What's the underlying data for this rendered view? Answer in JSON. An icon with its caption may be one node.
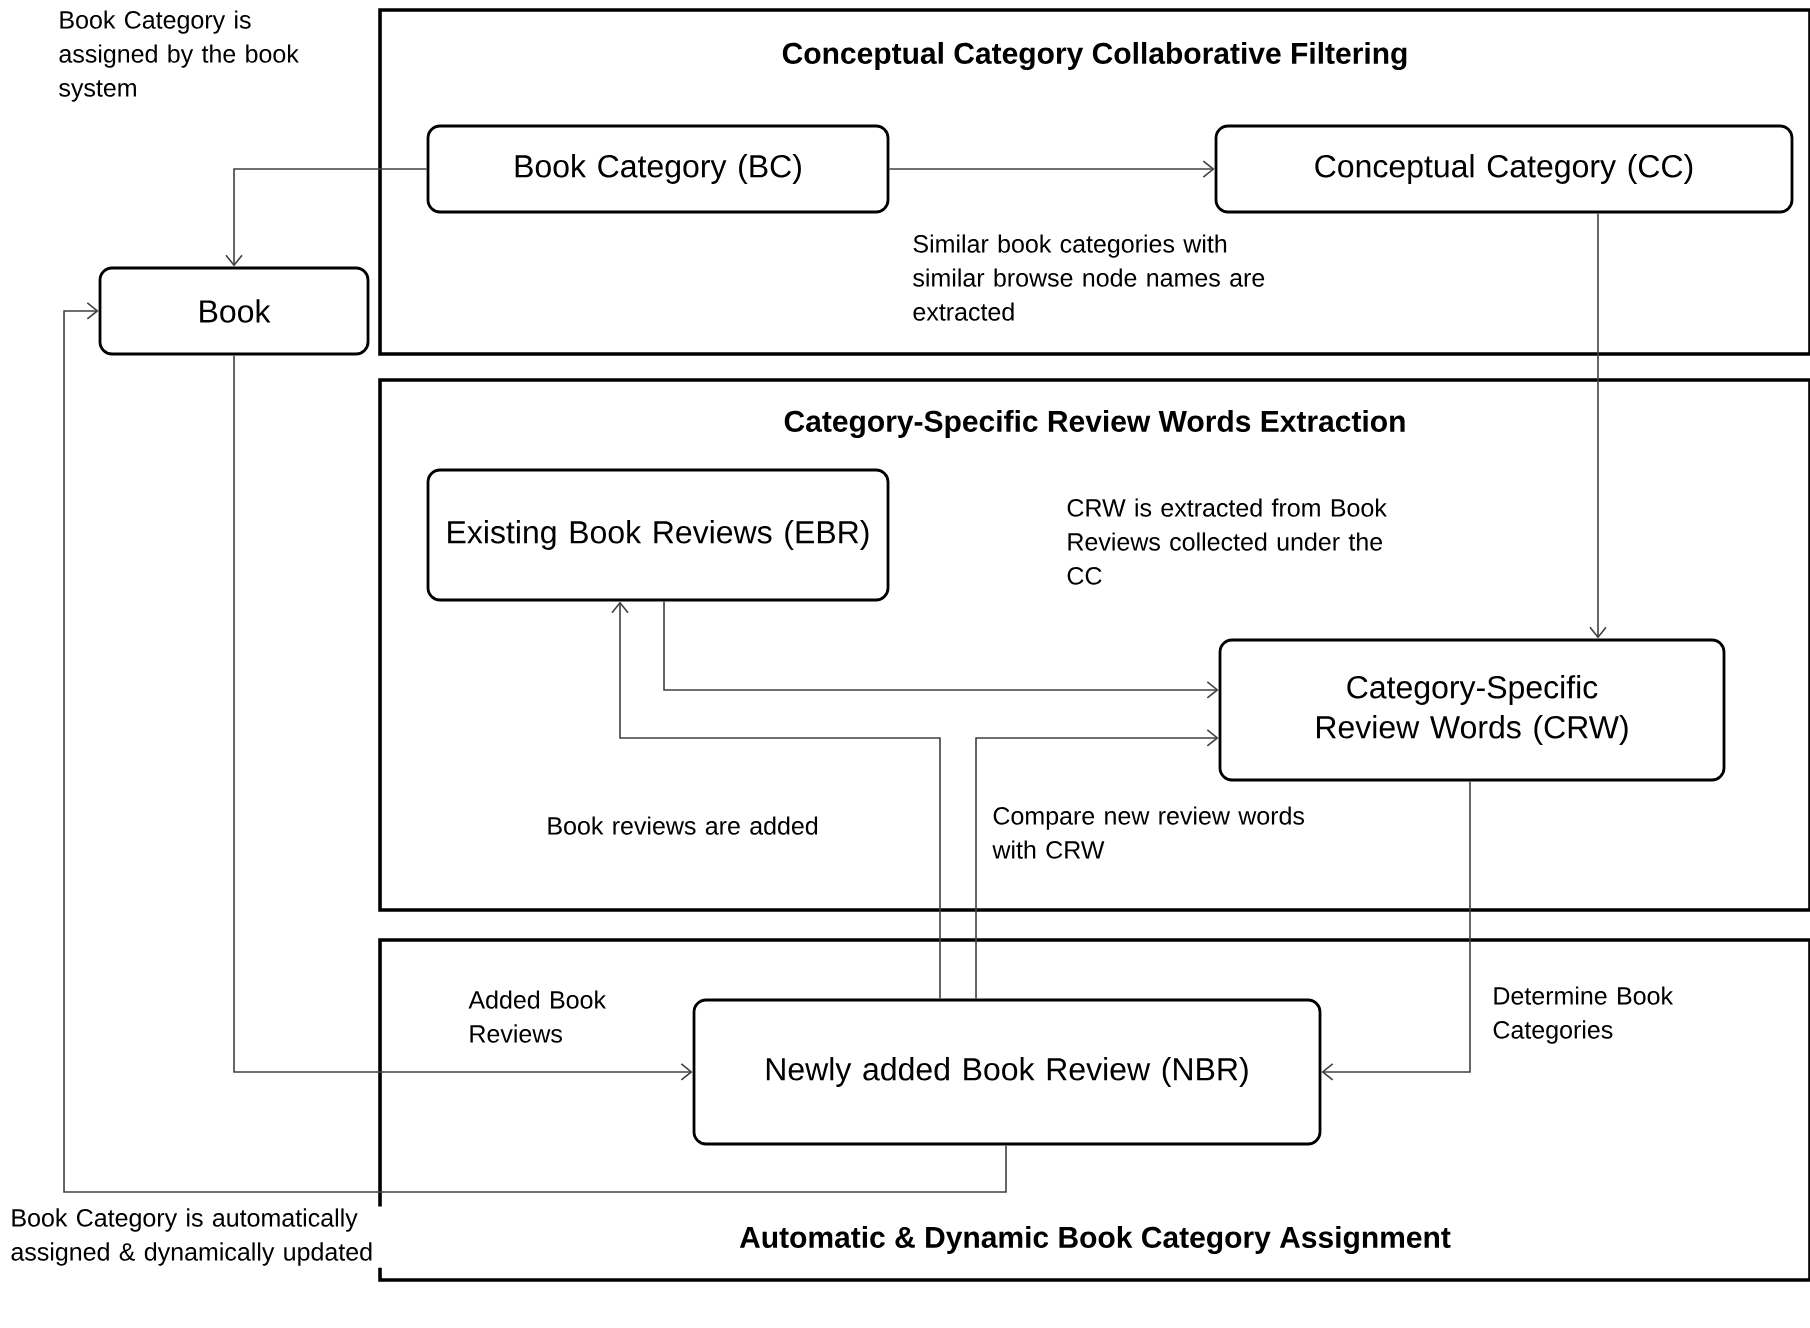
{
  "diagram": {
    "nodes": [
      {
        "text": [
          "Conceptual Category Collaborative Filtering"
        ]
      },
      {
        "text": [
          "Book Category (BC)"
        ],
        "in": 0
      },
      {
        "text": [
          "Conceptual Category (CC)"
        ],
        "in": 0
      },
      {
        "text": [
          "Book"
        ]
      },
      {
        "text": [
          "Category-Specific Review Words Extraction"
        ]
      },
      {
        "text": [
          "Existing Book Reviews (EBR)"
        ],
        "in": 4
      },
      {
        "text": [
          "Category-Specific Review Words (CRW)"
        ],
        "in": 4
      },
      {
        "text": [
          "Automatic & Dynamic Book Category Assignment"
        ]
      },
      {
        "text": [
          "Newly added Book Review (NBR)"
        ],
        "in": 7
      }
    ],
    "edges": [
      {
        "from": 1,
        "to": 2,
        "arrow": "to",
        "label": "Similar book categories with similar browse node names are extracted"
      },
      {
        "from": 1,
        "to": 3,
        "arrow": "to",
        "label": "Book Category is assigned by the book system"
      },
      {
        "from": 2,
        "to": 6,
        "arrow": "to"
      },
      {
        "from": 3,
        "to": 8,
        "arrow": "to",
        "label": "Added Book Reviews"
      },
      {
        "from": 5,
        "to": 6,
        "arrow": "to"
      },
      {
        "from": 8,
        "to": 5,
        "arrow": "to",
        "label": "Book reviews are added"
      },
      {
        "from": 8,
        "to": 6,
        "arrow": "to",
        "label": "Compare new review words with CRW"
      },
      {
        "from": 6,
        "to": 8,
        "arrow": "to",
        "label": "Determine Book Categories"
      },
      {
        "from": 8,
        "to": 3,
        "arrow": "to",
        "label": "Book Category is automatically assigned & dynamically updated"
      }
    ],
    "labels": [
      "CRW is extracted from Book Reviews collected under the CC"
    ]
  }
}
